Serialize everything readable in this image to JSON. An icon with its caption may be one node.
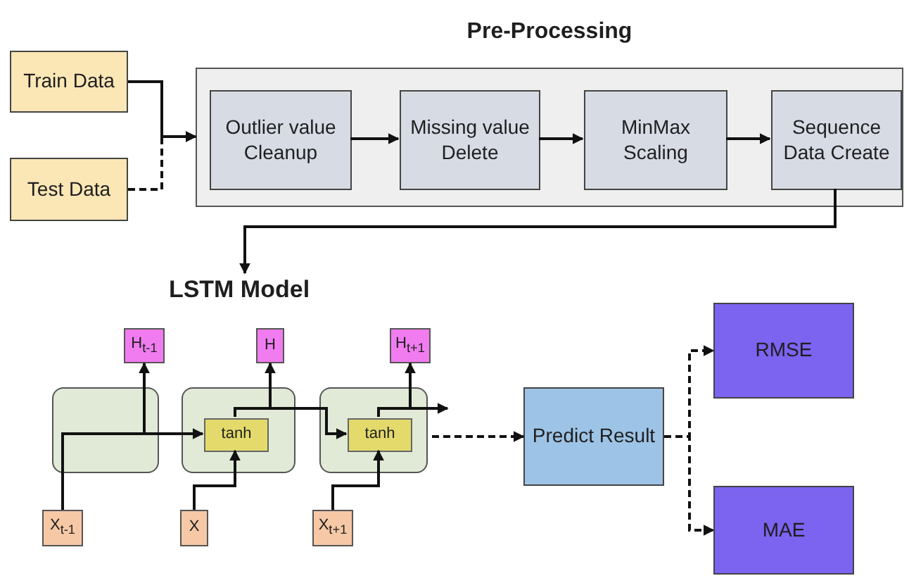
{
  "diagram": {
    "nodes": [
      {
        "text": [
          "Train Data"
        ]
      },
      {
        "text": [
          "Test Data"
        ]
      },
      {
        "text": [
          "Pre-Processing"
        ]
      },
      {
        "text": [
          "Outlier value Cleanup"
        ],
        "in": 2
      },
      {
        "text": [
          "Missing value Delete"
        ],
        "in": 2
      },
      {
        "text": [
          "MinMax Scaling"
        ],
        "in": 2
      },
      {
        "text": [
          "Sequence Data Create"
        ],
        "in": 2
      },
      {
        "text": [
          "LSTM Model"
        ]
      },
      {
        "text": [
          "H$_{t-1}$"
        ]
      },
      {
        "text": [
          "H"
        ]
      },
      {
        "text": [
          "H$_{t+1}$"
        ]
      },
      {
        "text": [],
        "shape": "box"
      },
      {
        "text": [],
        "shape": "box"
      },
      {
        "text": [
          "tanh"
        ],
        "in": 12
      },
      {
        "text": [],
        "shape": "box"
      },
      {
        "text": [
          "tanh"
        ],
        "in": 14
      },
      {
        "text": [
          "Predict Result"
        ]
      },
      {
        "text": [
          "RMSE"
        ]
      },
      {
        "text": [
          "MAE"
        ]
      },
      {
        "text": [
          "X$_{t-1}$"
        ]
      },
      {
        "text": [
          "X"
        ]
      },
      {
        "text": [
          "X$_{t+1}$"
        ]
      }
    ],
    "edges": [
      {
        "from": 0,
        "to": 2,
        "arrow": "to"
      },
      {
        "from": 1,
        "to": 2,
        "arrow": "to",
        "style": "dashed"
      },
      {
        "from": 3,
        "to": 4,
        "arrow": "to"
      },
      {
        "from": 4,
        "to": 5,
        "arrow": "to"
      },
      {
        "from": 5,
        "to": 6,
        "arrow": "to"
      },
      {
        "from": 6,
        "to": 7,
        "arrow": "to"
      },
      {
        "from": 19,
        "to": 11,
        "arrow": "none"
      },
      {
        "from": 11,
        "to": 8,
        "arrow": "to"
      },
      {
        "from": 11,
        "to": 13,
        "arrow": "to"
      },
      {
        "from": 20,
        "to": 13,
        "arrow": "to"
      },
      {
        "from": 13,
        "to": 9,
        "arrow": "to"
      },
      {
        "from": 13,
        "to": 15,
        "arrow": "to"
      },
      {
        "from": 21,
        "to": 15,
        "arrow": "to"
      },
      {
        "from": 15,
        "to": 10,
        "arrow": "to"
      },
      {
        "from": 15,
        "to": null,
        "arrow": "to"
      },
      {
        "from": 14,
        "to": 16,
        "arrow": "to",
        "style": "dashed"
      },
      {
        "from": 16,
        "to": 17,
        "arrow": "to",
        "style": "dashed"
      },
      {
        "from": 16,
        "to": 18,
        "arrow": "to",
        "style": "dashed"
      }
    ]
  }
}
